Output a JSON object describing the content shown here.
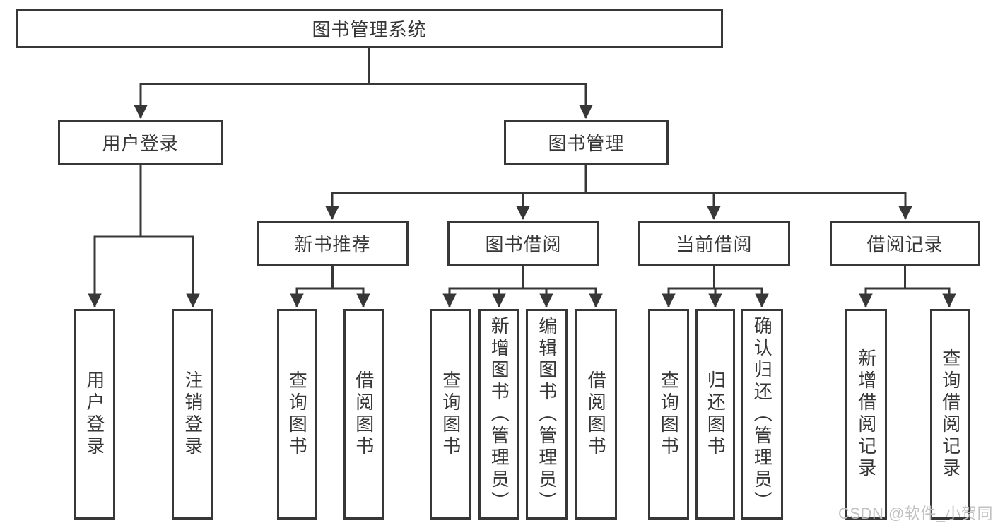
{
  "tree": {
    "root": "图书管理系统",
    "l2": [
      {
        "label": "用户登录",
        "leaves": [
          "用户登录",
          "注销登录"
        ]
      },
      {
        "label": "图书管理"
      }
    ],
    "l3": [
      {
        "label": "新书推荐",
        "leaves": [
          "查询图书",
          "借阅图书"
        ]
      },
      {
        "label": "图书借阅",
        "leaves": [
          "查询图书",
          "新增图书（管理员）",
          "编辑图书（管理员）",
          "借阅图书"
        ]
      },
      {
        "label": "当前借阅",
        "leaves": [
          "查询图书",
          "归还图书",
          "确认归还（管理员）"
        ]
      },
      {
        "label": "借阅记录",
        "leaves": [
          "新增借阅记录",
          "查询借阅记录"
        ]
      }
    ]
  },
  "watermark": "CSDN @软件_小贺同学",
  "colors": {
    "line": "#373737",
    "box_border": "#373737",
    "box_bg": "#ffffff",
    "text": "#363636",
    "watermark": "#bebebe"
  }
}
